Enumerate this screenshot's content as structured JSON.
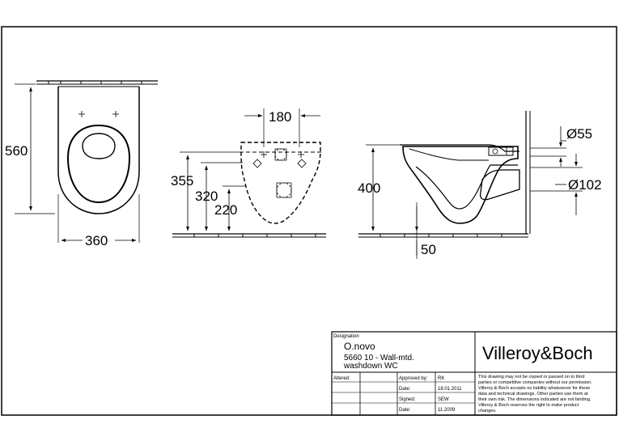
{
  "dimensions": {
    "top_view": {
      "height": "560",
      "width": "360"
    },
    "front_view": {
      "span": "180",
      "h1": "355",
      "h2": "320",
      "h3": "220"
    },
    "side_view": {
      "height": "400",
      "offset": "50",
      "pipe_small": "Ø55",
      "pipe_large": "Ø102"
    }
  },
  "title_block": {
    "designation_label": "Designation",
    "product_name": "O.novo",
    "description_line1": "5660 10 - Wall-mtd.",
    "description_line2": "washdown WC",
    "brand": "Villeroy&Boch",
    "altered_label": "Altered:",
    "approved_by_label": "Approved by:",
    "approved_by_value": "RK",
    "date_label_1": "Date:",
    "date_value_1": "18.01.2011",
    "signed_label": "Signed:",
    "signed_value": "SEW",
    "date_label_2": "Date:",
    "date_value_2": "11.2009",
    "disclaimer": [
      "This drawing may not be copied or passed on to third",
      "parties or competitive companies without our permission.",
      "Villeroy & Boch accepts no liability whatsoever for these",
      "data and technical drawings. Other parties use them at",
      "their own risk. The dimensions indicated are not binding.",
      "Villeroy & Boch reserves the right to make product",
      "changes."
    ]
  }
}
